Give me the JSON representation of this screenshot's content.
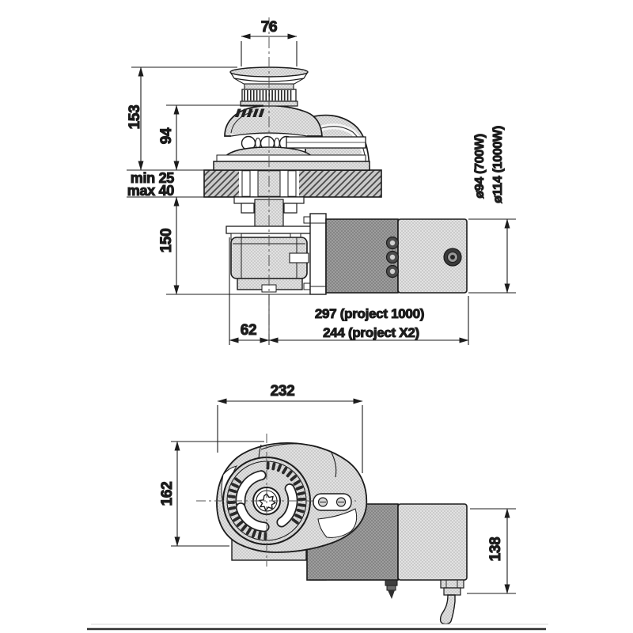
{
  "document": {
    "type": "technical-dimension-drawing",
    "subject": "vertical windlass with capstan drum, gypsy, gearbox and motor — side section view and front view"
  },
  "colors": {
    "ink": "#1c1c1c",
    "part_fill": "#e6e6e6",
    "motor_dark_fill": "#a2a2a2",
    "deck_fill": "#cacaca"
  },
  "side_view": {
    "dims": {
      "drum_width": "76",
      "height_above_deck": "153",
      "gypsy_height": "94",
      "deck_min": "min 25",
      "deck_max": "max 40",
      "below_deck_depth": "150",
      "center_offset": "62",
      "length_project_1000": "297 (project 1000)",
      "length_project_x2": "244 (project X2)",
      "motor_dia_700w": "ø94 (700W)",
      "motor_dia_1000w": "ø114 (1000W)"
    }
  },
  "front_view": {
    "dims": {
      "overall_width": "232",
      "overall_height": "162",
      "motor_height": "138"
    }
  }
}
